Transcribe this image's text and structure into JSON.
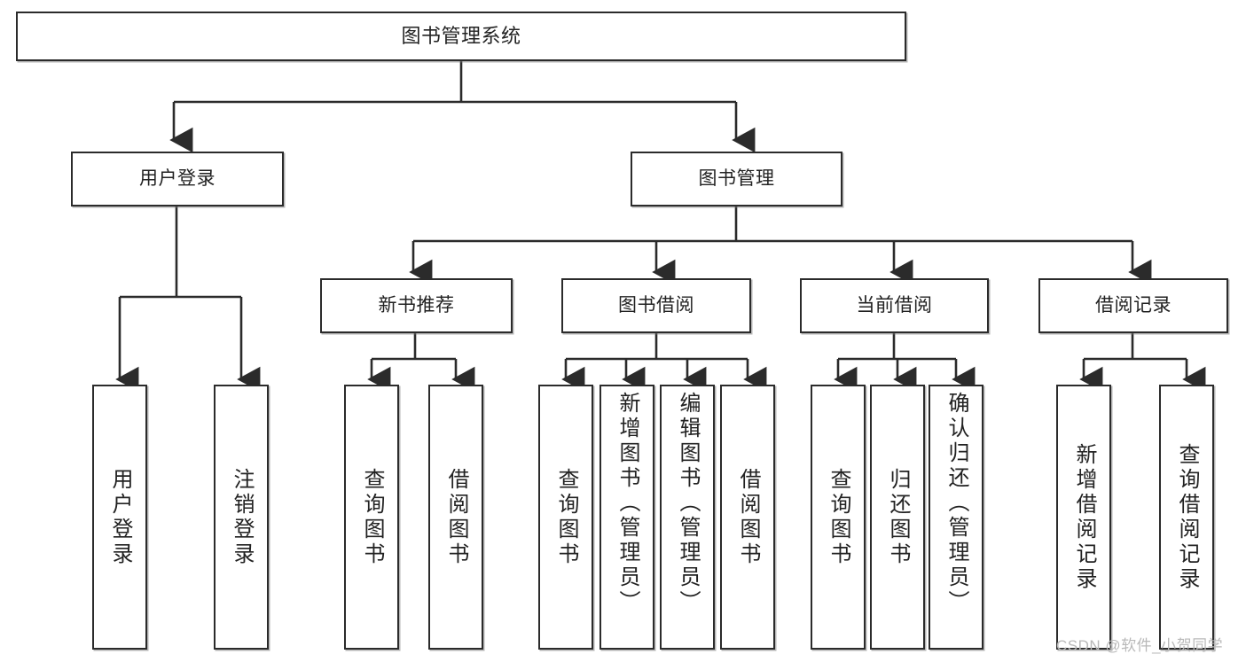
{
  "diagram": {
    "type": "hierarchy-tree",
    "title": "图书管理系统",
    "background_color": "#ffffff",
    "line_color": "#2b2b2b",
    "box_fill": "#ffffff",
    "levels": 4
  },
  "nodes": {
    "root": {
      "label": "图书管理系统"
    },
    "level1": [
      {
        "label": "用户登录"
      },
      {
        "label": "图书管理"
      }
    ],
    "level2": [
      {
        "label": "新书推荐"
      },
      {
        "label": "图书借阅"
      },
      {
        "label": "当前借阅"
      },
      {
        "label": "借阅记录"
      }
    ],
    "leaves_user_login": [
      {
        "label": "用户登录"
      },
      {
        "label": "注销登录"
      }
    ],
    "leaves_new_books": [
      {
        "label": "查询图书"
      },
      {
        "label": "借阅图书"
      }
    ],
    "leaves_borrow": [
      {
        "label": "查询图书"
      },
      {
        "label": "新增图书（管理员）"
      },
      {
        "label": "编辑图书（管理员）"
      },
      {
        "label": "借阅图书"
      }
    ],
    "leaves_current": [
      {
        "label": "查询图书"
      },
      {
        "label": "归还图书"
      },
      {
        "label": "确认归还（管理员）"
      }
    ],
    "leaves_records": [
      {
        "label": "新增借阅记录"
      },
      {
        "label": "查询借阅记录"
      }
    ]
  },
  "watermark": {
    "text": "CSDN @软件_小贺同学"
  }
}
